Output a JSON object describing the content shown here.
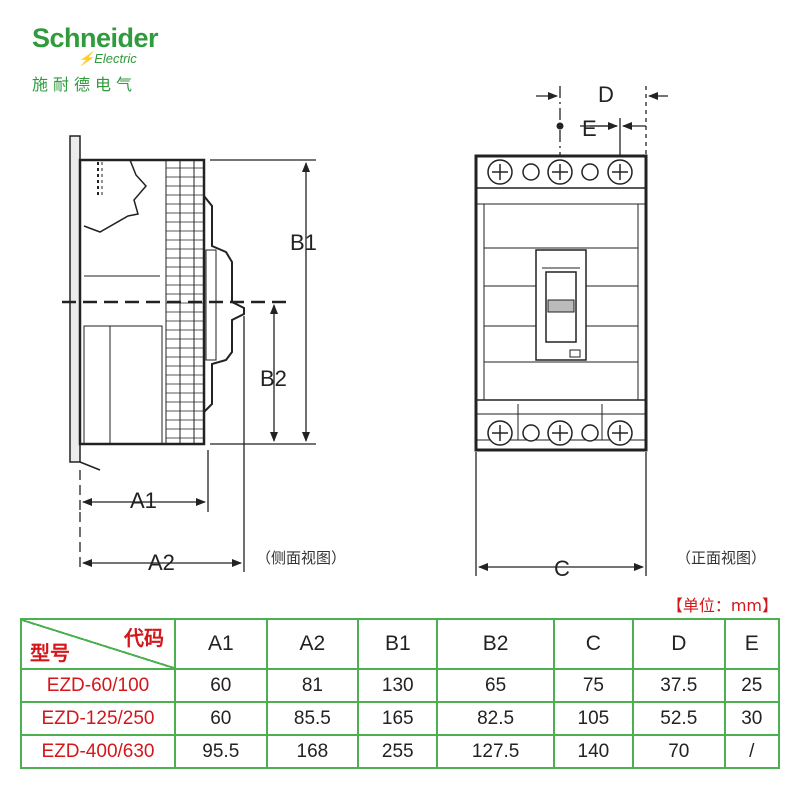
{
  "brand": {
    "name": "Schneider",
    "sub_icon": "⚡",
    "sub": "Electric",
    "cn": "施耐德电气",
    "color": "#2f9b3c"
  },
  "drawing": {
    "labels": {
      "A1": "A1",
      "A2": "A2",
      "B1": "B1",
      "B2": "B2",
      "C": "C",
      "D": "D",
      "E": "E"
    },
    "side_view_caption": "（侧面视图）",
    "front_view_caption": "（正面视图）"
  },
  "table": {
    "unit_note": "【单位：mm】",
    "corner_top": "代码",
    "corner_bottom": "型号",
    "columns": [
      "A1",
      "A2",
      "B1",
      "B2",
      "C",
      "D",
      "E"
    ],
    "rows": [
      {
        "model": "EZD-60/100",
        "values": [
          "60",
          "81",
          "130",
          "65",
          "75",
          "37.5",
          "25"
        ]
      },
      {
        "model": "EZD-125/250",
        "values": [
          "60",
          "85.5",
          "165",
          "82.5",
          "105",
          "52.5",
          "30"
        ]
      },
      {
        "model": "EZD-400/630",
        "values": [
          "95.5",
          "168",
          "255",
          "127.5",
          "140",
          "70",
          "/"
        ]
      }
    ],
    "accent_color": "#4caf50",
    "model_color": "#d3171b"
  }
}
